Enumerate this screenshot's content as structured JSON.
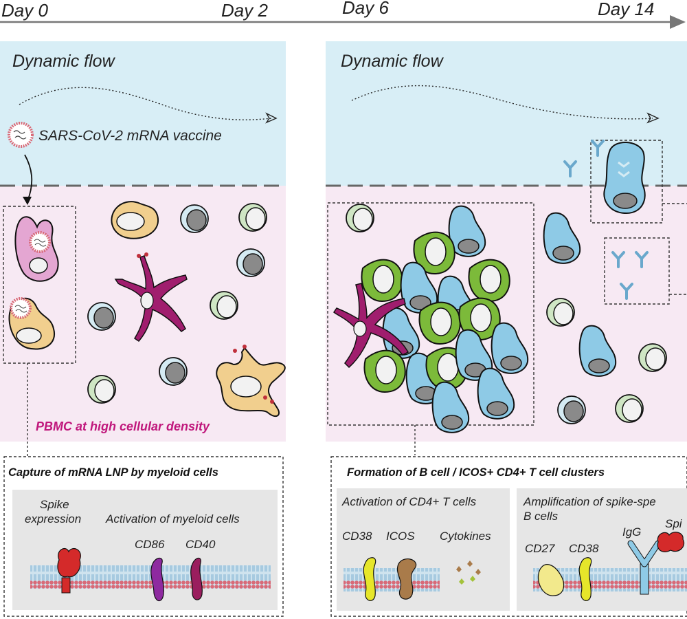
{
  "timeline": {
    "days": [
      "Day 0",
      "Day 2",
      "Day 6",
      "Day 14"
    ]
  },
  "left_panel": {
    "flow_label": "Dynamic flow",
    "vaccine_label": "SARS-CoV-2 mRNA vaccine",
    "pbmc_label": "PBMC at high cellular density",
    "box_title": "Capture of mRNA LNP by myeloid cells",
    "spike_label_line1": "Spike",
    "spike_label_line2": "expression",
    "activation_label": "Activation of myeloid cells",
    "markers": [
      "CD86",
      "CD40"
    ]
  },
  "right_panel": {
    "flow_label": "Dynamic flow",
    "box_title": "Formation of B cell / ICOS+ CD4+ T cell clusters",
    "sub_left": {
      "title": "Activation of CD4+ T cells",
      "markers": [
        "CD38",
        "ICOS",
        "Cytokines"
      ]
    },
    "sub_right": {
      "title_line1": "Amplification of spike-spe",
      "title_line2": "B cells",
      "markers": [
        "CD27",
        "CD38",
        "IgG",
        "Spi"
      ]
    }
  },
  "colors": {
    "flow_bg": "#d8eef6",
    "tissue_bg": "#f7e9f3",
    "b_cell": "#8ecae6",
    "t_cell": "#7cba3a",
    "myeloid_pink": "#e4a6d2",
    "myeloid_tan": "#f1cf8e",
    "dendritic": "#a01e6e",
    "pbmc_text": "#c0177c"
  }
}
